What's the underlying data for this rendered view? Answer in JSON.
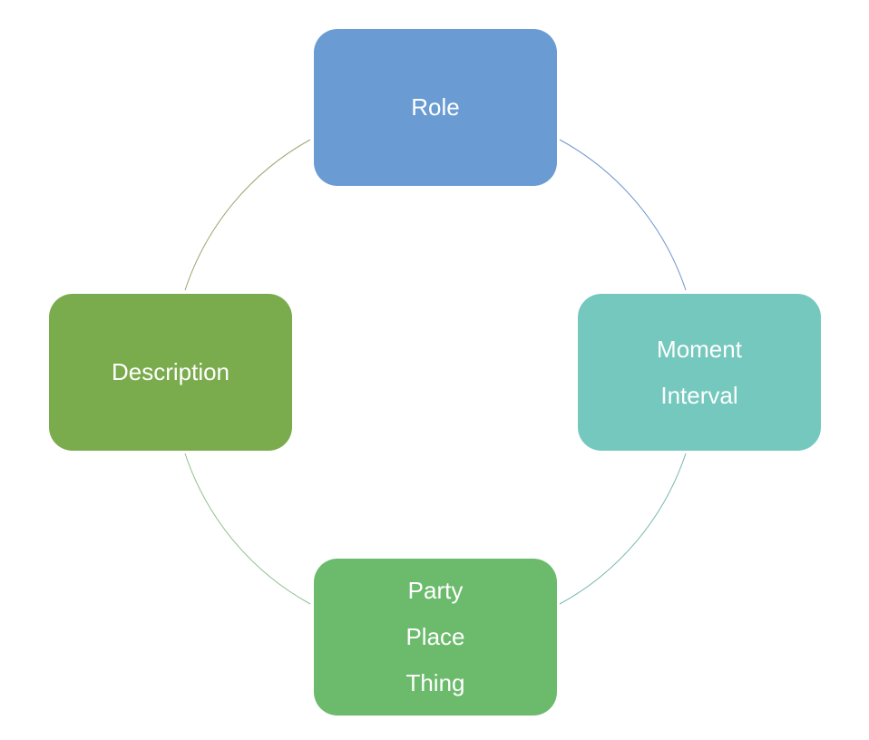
{
  "colors": {
    "role": "#6a9bd2",
    "moment_interval": "#74c8bd",
    "party_place_thing": "#6cbb6d",
    "description": "#7aab4d",
    "connector_blue": "#6f95cc",
    "connector_teal": "#78b8b0",
    "connector_green": "#8fc090",
    "connector_olive": "#9aa870"
  },
  "nodes": {
    "role": {
      "lines": [
        "Role"
      ]
    },
    "moment_interval": {
      "lines": [
        "Moment",
        "Interval"
      ]
    },
    "party_place_thing": {
      "lines": [
        "Party",
        "Place",
        "Thing"
      ]
    },
    "description": {
      "lines": [
        "Description"
      ]
    }
  }
}
